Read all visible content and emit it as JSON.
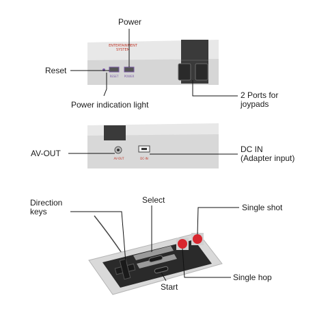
{
  "console_top": {
    "brand_line1": "ENTERTAINMENT",
    "brand_line2": "SYSTEM",
    "button_reset_print": "RESET",
    "button_power_print": "POWER"
  },
  "console_back": {
    "port_av_print": "AV-OUT",
    "port_dc_print": "DC-IN"
  },
  "callouts": {
    "power": "Power",
    "reset": "Reset",
    "power_light": "Power indication light",
    "joypad_ports_line1": "2 Ports for",
    "joypad_ports_line2": "joypads",
    "av_out": "AV-OUT",
    "dc_in_line1": "DC IN",
    "dc_in_line2": "(Adapter input)",
    "direction_keys_line1": "Direction",
    "direction_keys_line2": "keys",
    "select": "Select",
    "single_shot": "Single shot",
    "single_hop": "Single hop",
    "start": "Start"
  },
  "colors": {
    "console_body": "#e4e4e4",
    "console_dark": "#3a3a3a",
    "accent_purple": "#7a5aa6",
    "button_red": "#d8262e",
    "controller_body": "#d9d9d9",
    "controller_panel": "#222222"
  }
}
